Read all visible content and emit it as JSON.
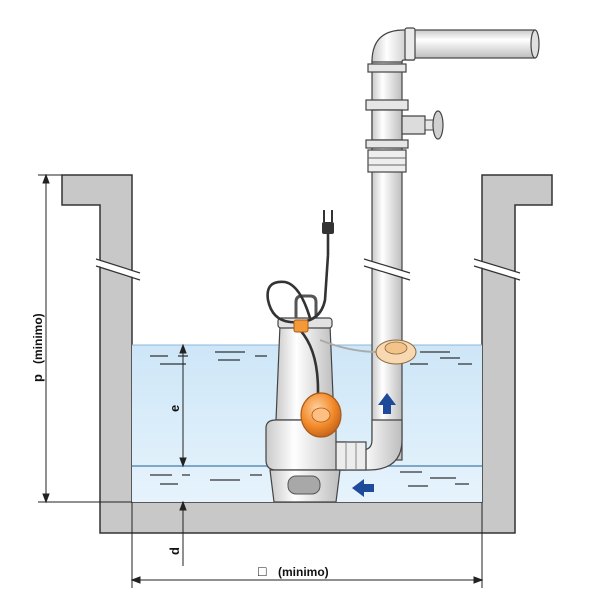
{
  "labels": {
    "p": "p",
    "p_min": "(minimo)",
    "e": "e",
    "d": "d",
    "width_symbol": "□",
    "width_min": "(minimo)"
  },
  "colors": {
    "water": "#d5eaf8",
    "water_line": "#5d8fb8",
    "wall": "#c8c8c8",
    "pipe": "#f2f2f2",
    "float": "#f29a3a",
    "arrow": "#1e4a9a",
    "dim": "#222222"
  },
  "icons": {
    "flow_up": "arrow-up-icon",
    "flow_in": "arrow-left-icon",
    "plug": "plug-icon",
    "valve": "valve-handwheel-icon"
  }
}
